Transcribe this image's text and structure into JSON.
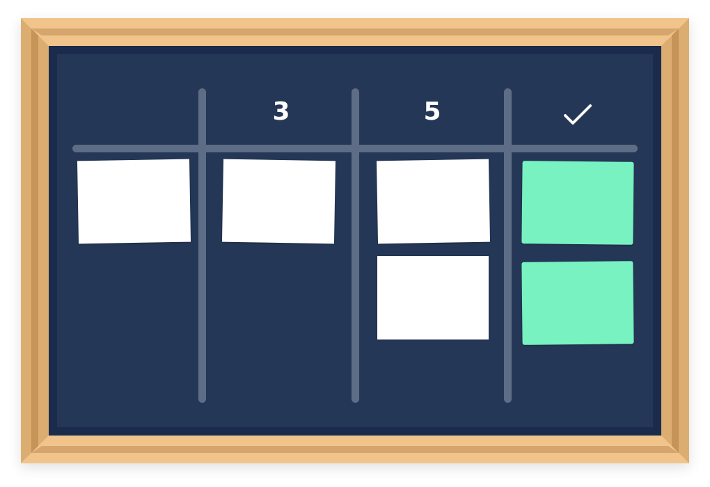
{
  "board": {
    "columns": [
      {
        "header": "",
        "cards": 1
      },
      {
        "header": "3",
        "cards": 1
      },
      {
        "header": "5",
        "cards": 2
      },
      {
        "header": "check",
        "cards": 2
      }
    ],
    "headers": {
      "col2": "3",
      "col3": "5"
    },
    "colors": {
      "frame_light": "#f0c48a",
      "frame_mid": "#dcad70",
      "frame_dark": "#c69358",
      "board_border": "#1a2b4d",
      "board_bg": "#253757",
      "lines": "#5e6d86",
      "card_todo": "#ffffff",
      "card_done": "#78f2c0"
    }
  }
}
